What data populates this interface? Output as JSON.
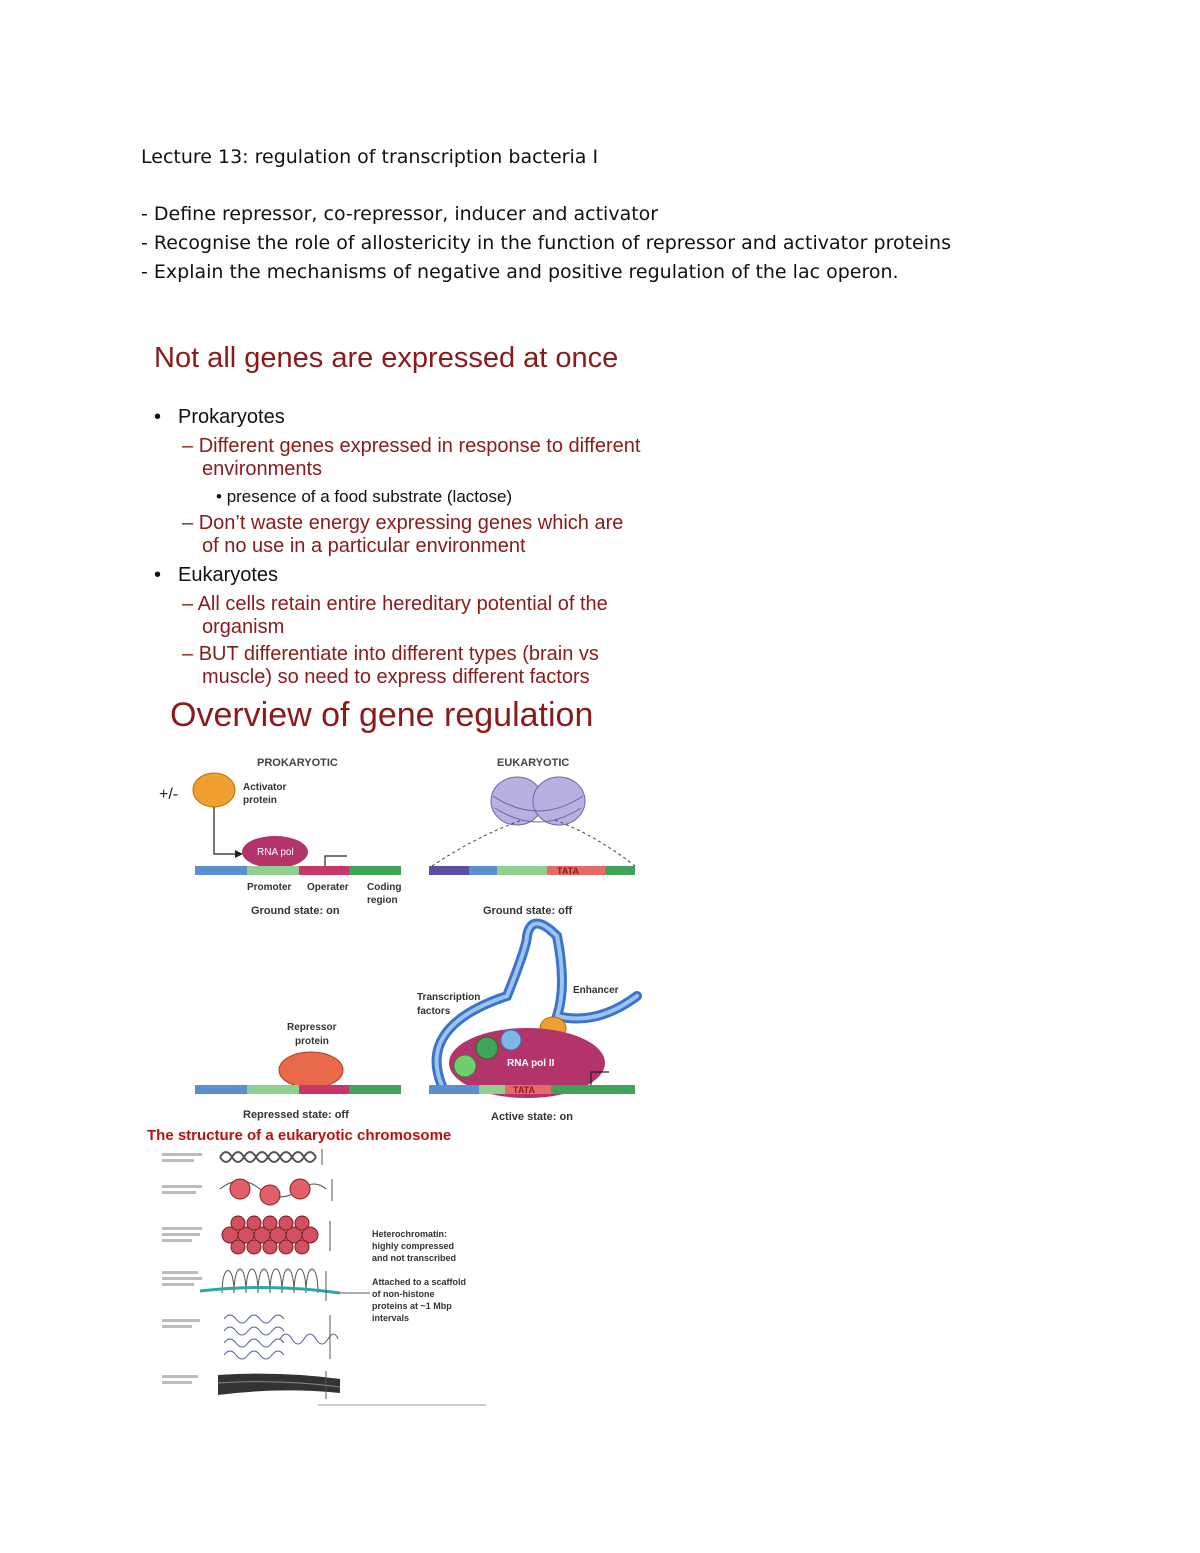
{
  "doc": {
    "title": "Lecture 13: regulation of transcription bacteria I",
    "objectives": [
      "- Define repressor, co-repressor, inducer and activator",
      "- Recognise the role of allostericity in the function of repressor and activator proteins",
      "- Explain the mechanisms of negative and positive regulation of the lac operon."
    ]
  },
  "slide1": {
    "title": "Not all genes are expressed at once",
    "prokaryotes": {
      "label": "Prokaryotes",
      "point1": "Different genes expressed in response to different environments",
      "sub1": "presence of a food substrate (lactose)",
      "point2": "Don’t waste energy expressing genes which are of no use in a particular environment"
    },
    "eukaryotes": {
      "label": "Eukaryotes",
      "point1": "All cells retain entire hereditary potential of the organism",
      "point2": "BUT differentiate into different types (brain vs muscle) so need to express different factors"
    }
  },
  "slide2": {
    "title": "Overview of gene regulation",
    "prok": {
      "header": "PROKARYOTIC",
      "plusminus": "+/-",
      "activator": [
        "Activator",
        "protein"
      ],
      "rnapol": "RNA pol",
      "promoter": "Promoter",
      "operator": "Operater",
      "coding": [
        "Coding",
        "region"
      ],
      "ground": "Ground state: on",
      "repressor": [
        "Repressor",
        "protein"
      ],
      "repressed": "Repressed state: off"
    },
    "euk": {
      "header": "EUKARYOTIC",
      "tata": "TATA",
      "ground": "Ground state: off",
      "tf": [
        "Transcription",
        "factors"
      ],
      "enhancer": "Enhancer",
      "rnapol2": "RNA pol II",
      "active": "Active state: on"
    },
    "colors": {
      "red": "#8b1a1a",
      "blue": "#5b8fd0",
      "green": "#3fa45a",
      "pink": "#c8366b",
      "orange": "#f0a030"
    }
  },
  "slide3": {
    "title": "The structure of a eukaryotic chromosome",
    "notes": {
      "heterochromatin": [
        "Heterochromatin:",
        "highly compressed",
        "and not transcribed"
      ],
      "scaffold": [
        "Attached to a scaffold",
        "of non-histone",
        "proteins at ~1 Mbp",
        "intervals"
      ]
    }
  }
}
